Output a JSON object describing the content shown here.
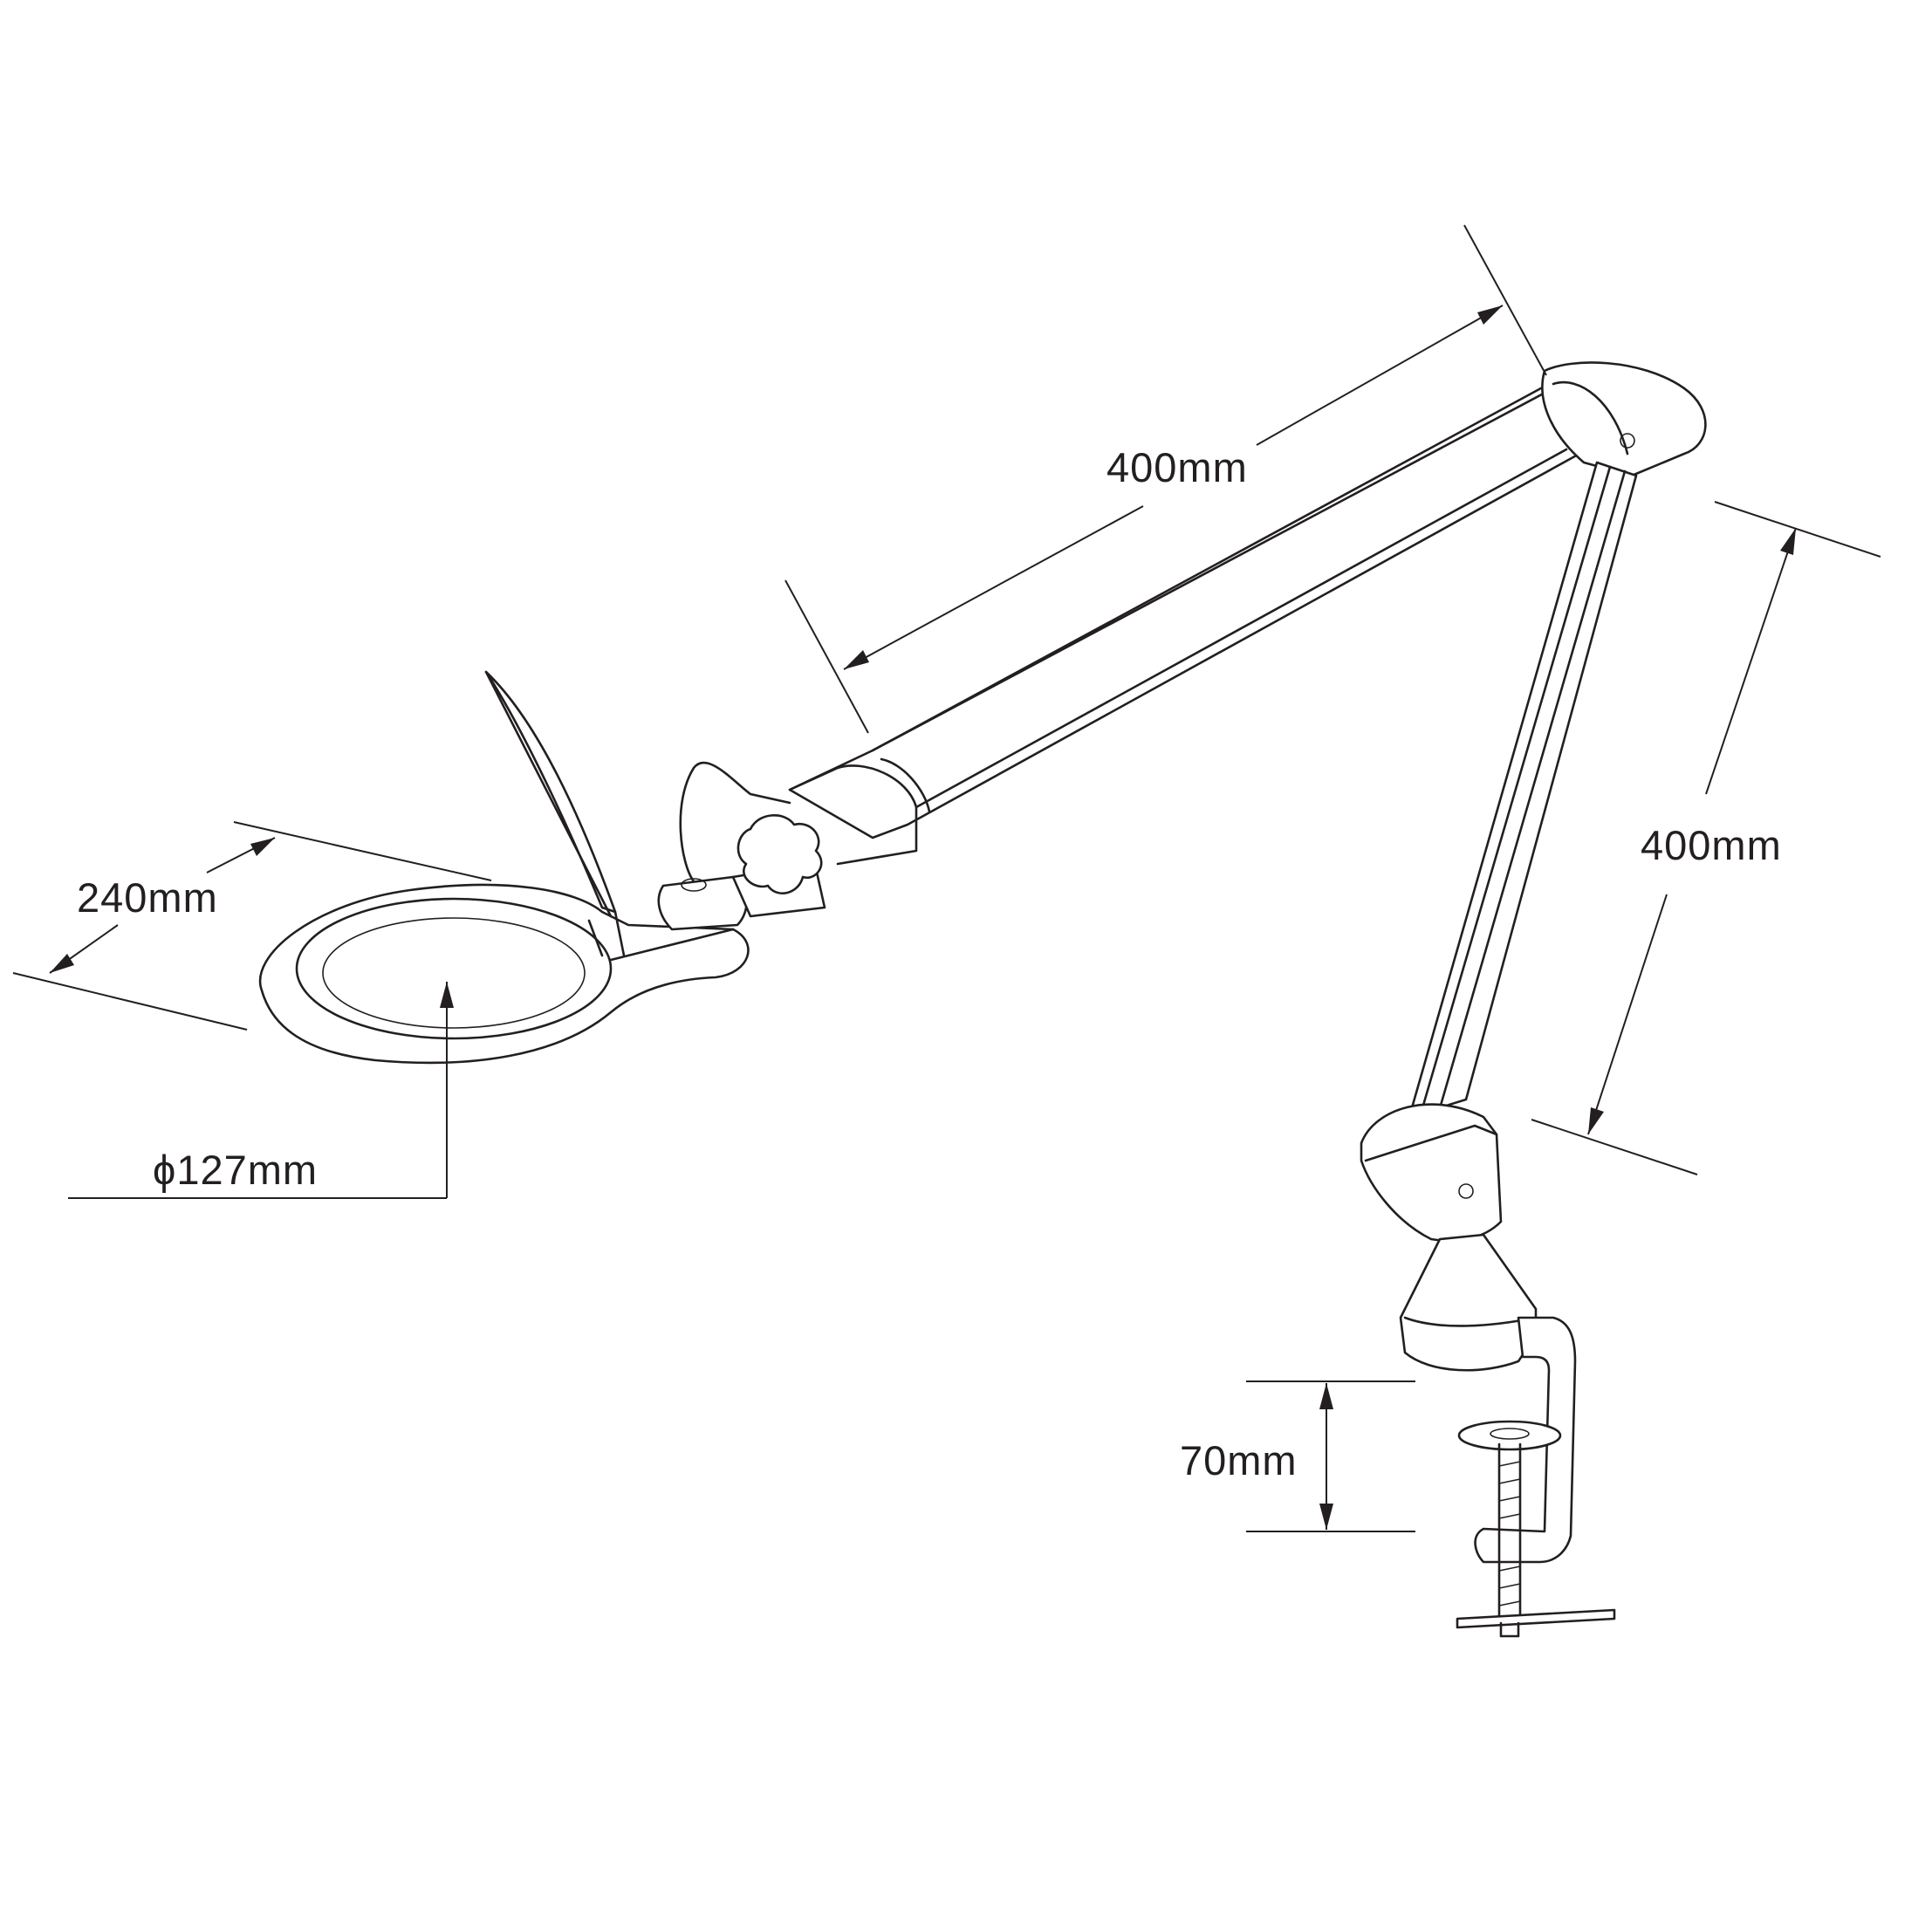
{
  "diagram": {
    "dimensions": {
      "upper_arm_length": "400mm",
      "lower_arm_length": "400mm",
      "head_width": "240mm",
      "lens_diameter": "ϕ127mm",
      "clamp_opening": "70mm"
    }
  }
}
